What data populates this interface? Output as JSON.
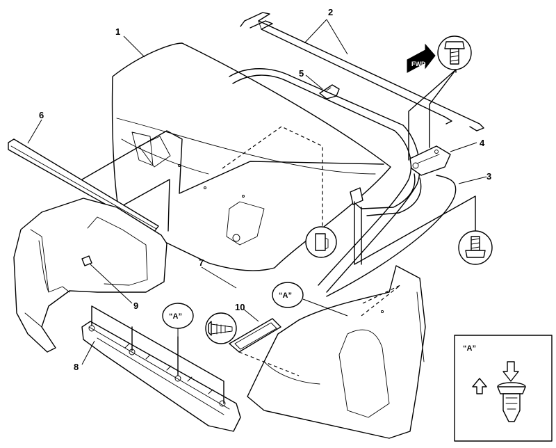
{
  "callouts": {
    "c1": "1",
    "c2": "2",
    "c3": "3",
    "c4": "4",
    "c5": "5",
    "c6": "6",
    "c7": "7",
    "c8": "8",
    "c9": "9",
    "c10": "10"
  },
  "view_ref": {
    "bubble_a": "“A”",
    "inset_a": "“A”"
  },
  "fwd_label": "FWD"
}
